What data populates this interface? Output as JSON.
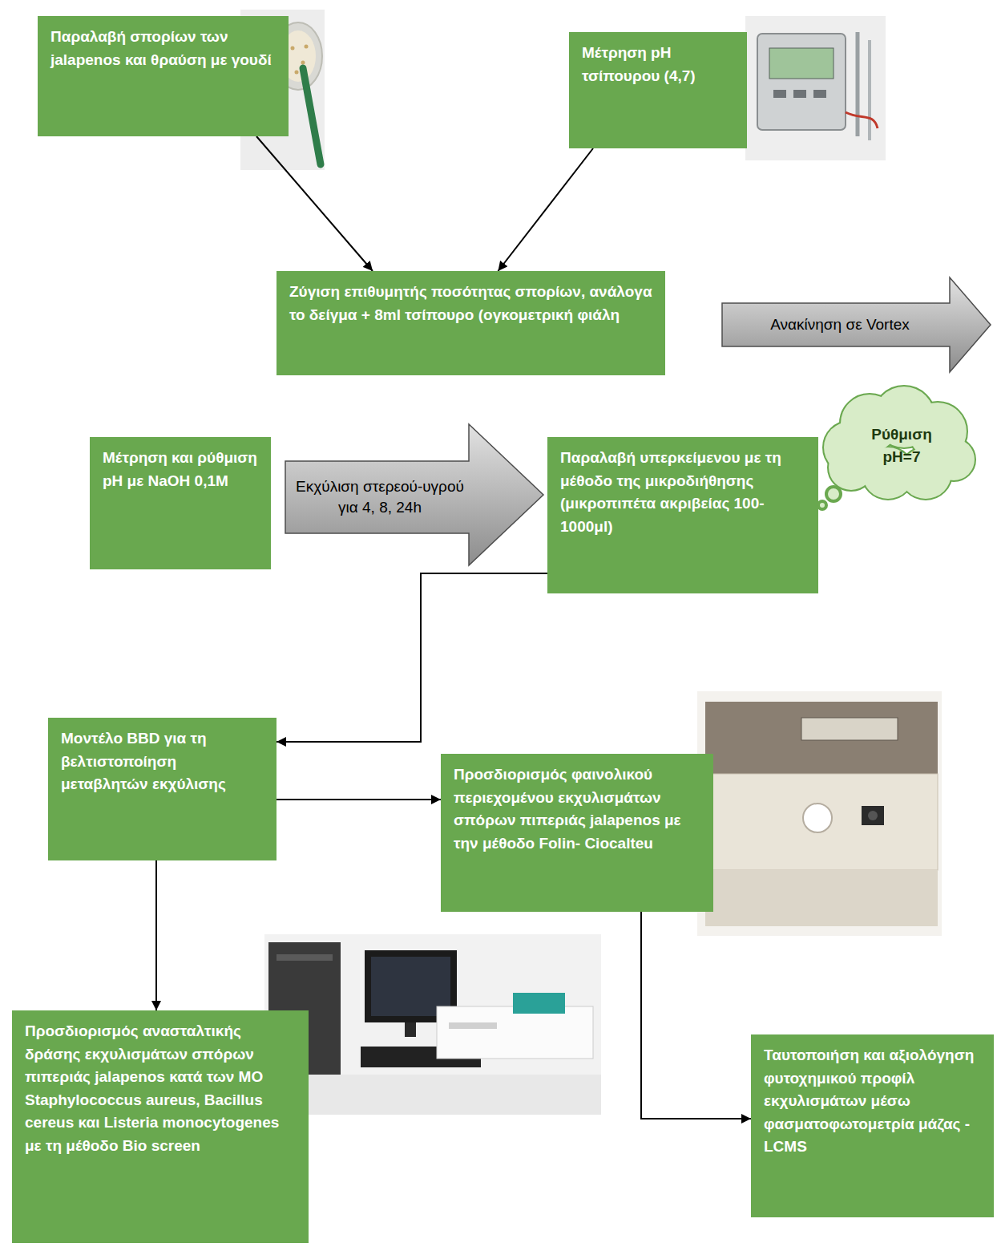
{
  "diagram": {
    "nodes": [
      {
        "text": [
          "Παραλαβή σπορίων των jalapenos και θραύση με γουδί"
        ]
      },
      {
        "text": [
          "Μέτρηση pH τσίπουρου (4,7)"
        ]
      },
      {
        "text": [
          "Ζύγιση επιθυμητής ποσότητας σπορίων, ανάλογα το δείγμα + 8ml τσίπουρο (ογκομετρική φιάλη"
        ]
      },
      {
        "text": [
          "Ανακίνηση σε Vortex"
        ]
      },
      {
        "text": [
          "Μέτρηση και ρύθμιση pH με NaOH 0,1M"
        ]
      },
      {
        "text": [
          "Εκχύλιση στερεού-υγρού για 4, 8, 24h"
        ]
      },
      {
        "text": [
          "Παραλαβή υπερκείμενου με τη μέθοδο της μικροδιήθησης (μικροπιπέτα ακριβείας 100-1000μl)"
        ]
      },
      {
        "text": [
          "Ρύθμιση pH=7"
        ]
      },
      {
        "text": [
          "Μοντέλο BBD για τη βελτιστοποίηση μεταβλητών εκχύλισης"
        ]
      },
      {
        "text": [
          "Προσδιορισμός φαινολικού περιεχομένου εκχυλισμάτων σπόρων πιπεριάς jalapenos με την μέθοδο Folin- Ciocalteu"
        ]
      },
      {
        "text": [
          "Προσδιορισμός ανασταλτικής δράσης εκχυλισμάτων σπόρων πιπεριάς jalapenos κατά των ΜΟ Staphylococcus aureus, Bacillus cereus και Listeria monocytogenes με τη μέθοδο Bio screen"
        ]
      },
      {
        "text": [
          "Ταυτοποιήση και αξιολόγηση φυτοχημικού προφίλ εκχυλισμάτων μέσω φασματοφωτομετρία μάζας - LCMS"
        ]
      }
    ],
    "edges": [
      {
        "from": 0,
        "to": 2,
        "arrow": "to"
      },
      {
        "from": 1,
        "to": 2,
        "arrow": "to"
      },
      {
        "from": 6,
        "to": 8,
        "arrow": "to"
      },
      {
        "from": 8,
        "to": 9,
        "arrow": "to"
      },
      {
        "from": 8,
        "to": 10,
        "arrow": "to"
      },
      {
        "from": 9,
        "to": 11,
        "arrow": "to"
      }
    ]
  }
}
